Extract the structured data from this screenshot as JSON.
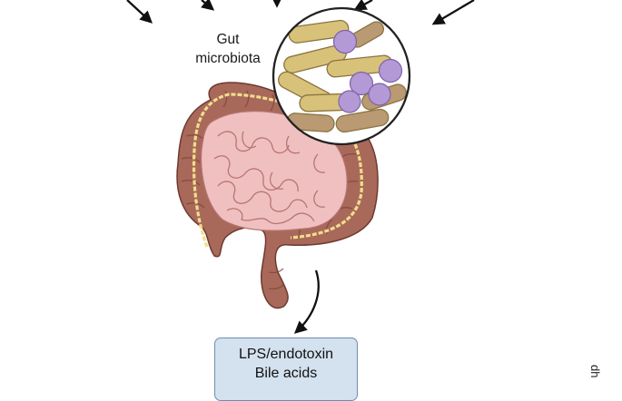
{
  "diagram": {
    "gut_label": {
      "line1": "Gut",
      "line2": "microbiota"
    },
    "output_box": {
      "line1": "LPS/endotoxin",
      "line2": "Bile acids"
    },
    "edge_text": "dh"
  },
  "colors": {
    "colon": "#a8695a",
    "colon_dark": "#6e3a30",
    "small_intestine": "#f0c0c0",
    "small_intestine_line": "#b87474",
    "bile_stripe": "#f3dc8c",
    "bacteria_rod": "#d8c27a",
    "bacteria_rod_brown": "#b99a72",
    "bacteria_coccus": "#b39ad6",
    "box_fill": "#d4e1ef",
    "box_border": "#6d8db0"
  }
}
